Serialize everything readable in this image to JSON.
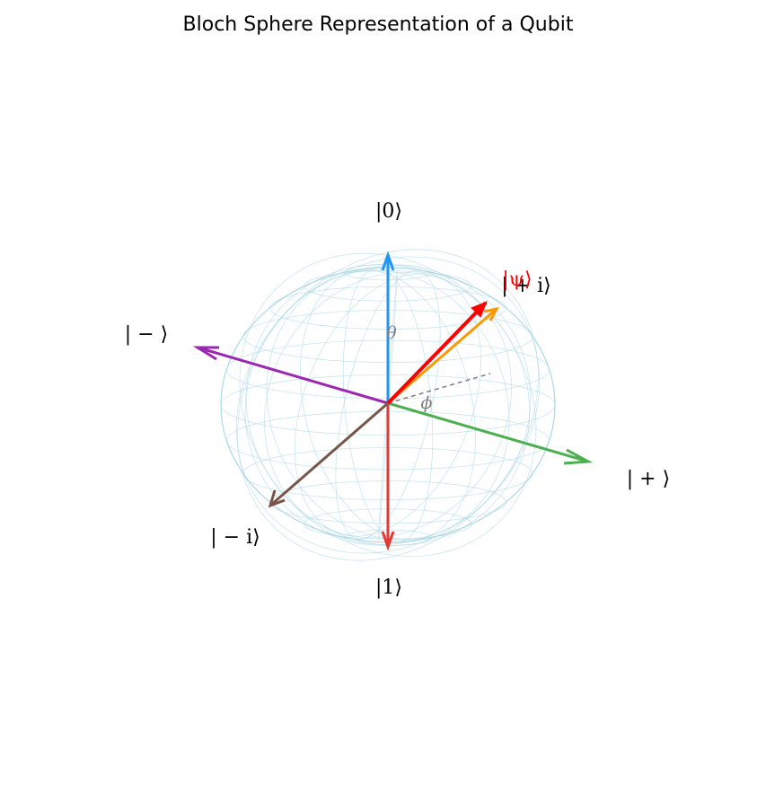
{
  "title": "Bloch Sphere Representation of a Qubit",
  "sphere": {
    "wire_color": "#add8e6"
  },
  "states": {
    "zero": {
      "label": "|0⟩",
      "color": "#2196f3"
    },
    "one": {
      "label": "|1⟩",
      "color": "#e53935"
    },
    "plus": {
      "label": "| + ⟩",
      "color": "#4caf50"
    },
    "minus": {
      "label": "| − ⟩",
      "color": "#9c27b0"
    },
    "plus_i": {
      "label": "| + i⟩",
      "color": "#ff9800"
    },
    "minus_i": {
      "label": "| − i⟩",
      "color": "#795548"
    },
    "psi": {
      "label": "|ψ⟩",
      "color": "#ff0000"
    }
  },
  "angles": {
    "theta": "θ",
    "phi": "ϕ",
    "projection_color": "#808080"
  }
}
